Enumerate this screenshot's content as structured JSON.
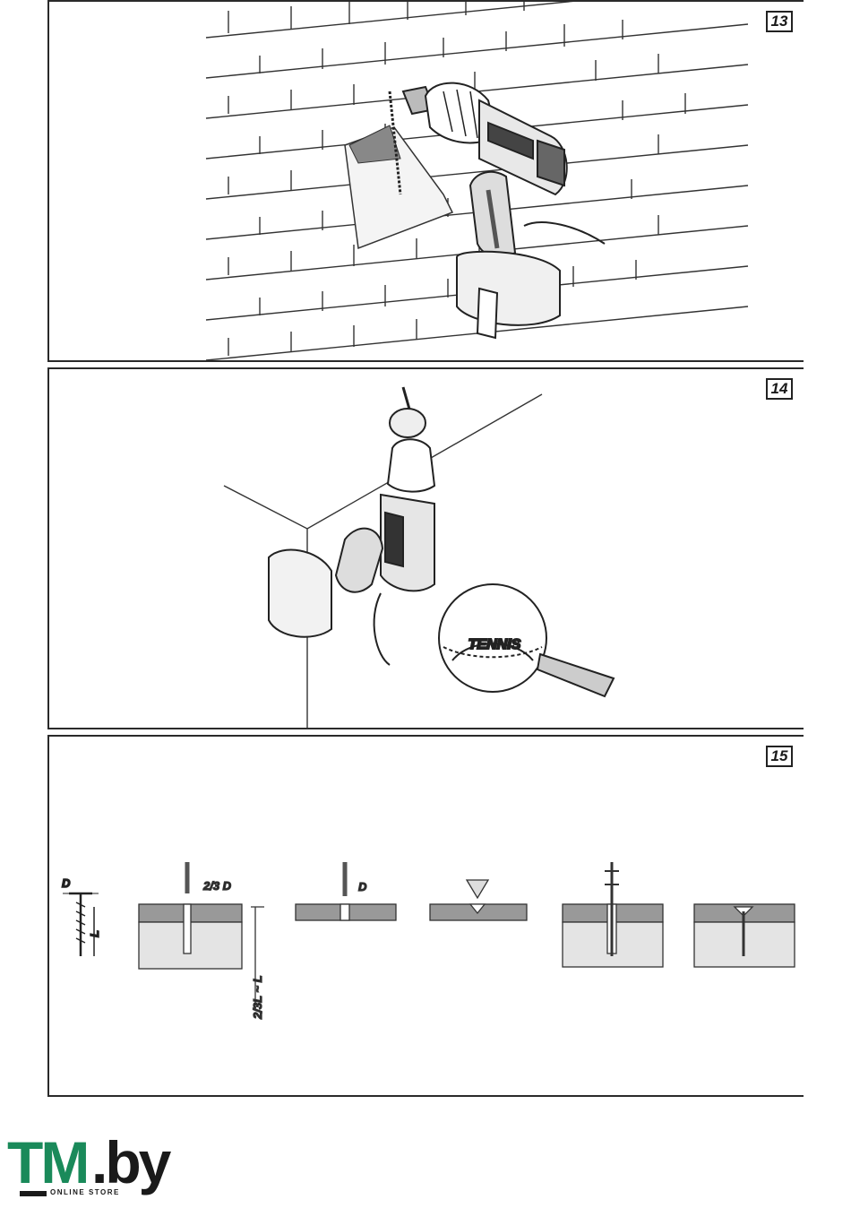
{
  "panels": [
    {
      "number": "13"
    },
    {
      "number": "14",
      "ball_text": "TENNIS"
    },
    {
      "number": "15",
      "labels": {
        "d": "D",
        "l": "L",
        "two_thirds_d": "2/3 D",
        "d2": "D",
        "depth": "2/3L ~ L"
      }
    }
  ],
  "logo": {
    "main": "TM",
    "suffix": ".by",
    "sub": "ONLINE STORE",
    "color": "#1a8a5a"
  }
}
